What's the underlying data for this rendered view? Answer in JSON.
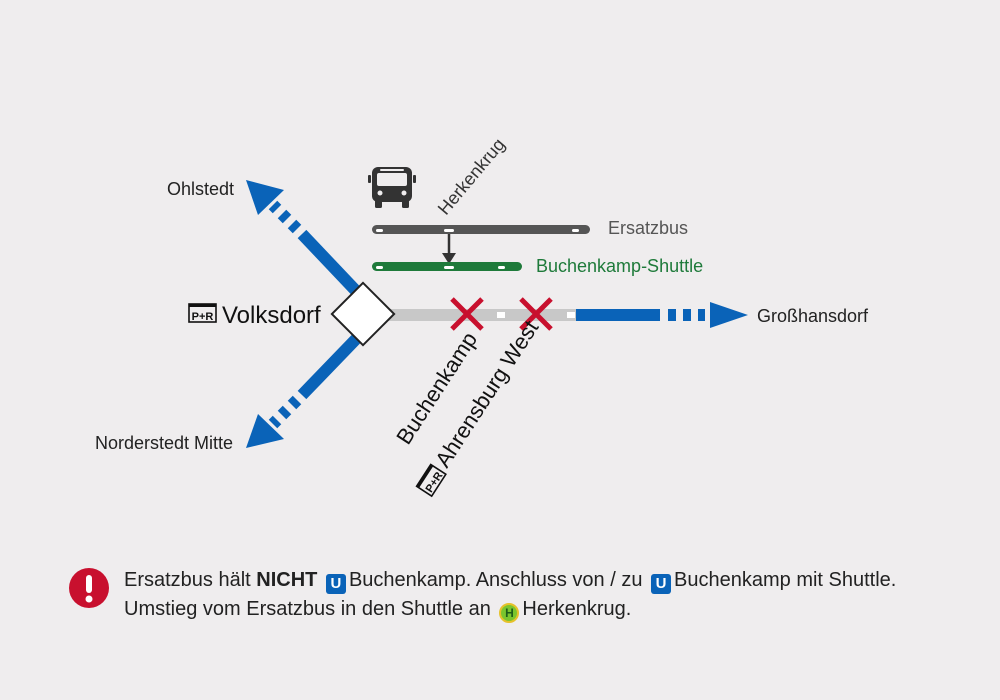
{
  "stations": {
    "ohlstedt": "Ohlstedt",
    "norderstedt": "Norderstedt Mitte",
    "volksdorf": "Volksdorf",
    "grosshansdorf": "Großhansdorf",
    "buchenkamp": "Buchenkamp",
    "ahrensburg_west": "Ahrensburg West",
    "herkenkrug": "Herkenkrug"
  },
  "park_ride_label": "P+R",
  "lines": {
    "ersatzbus": "Ersatzbus",
    "shuttle": "Buchenkamp-Shuttle"
  },
  "colors": {
    "background": "#efedee",
    "u_line_blue": "#0a63b8",
    "closed_gray": "#c8c8c8",
    "ersatzbus_gray": "#555555",
    "shuttle_green": "#1e7a3a",
    "cross_red": "#c8102e",
    "warning_red": "#c8102e"
  },
  "notice": {
    "line1_a": "Ersatzbus hält ",
    "line1_bold": "NICHT",
    "line1_b": "Buchenkamp. Anschluss von / zu",
    "line1_c": "Buchenkamp mit Shuttle.",
    "line2_a": "Umstieg vom Ersatzbus in den Shuttle an",
    "line2_b": "Herkenkrug.",
    "u_badge": "U",
    "h_badge": "H",
    "warning_symbol": "!"
  }
}
